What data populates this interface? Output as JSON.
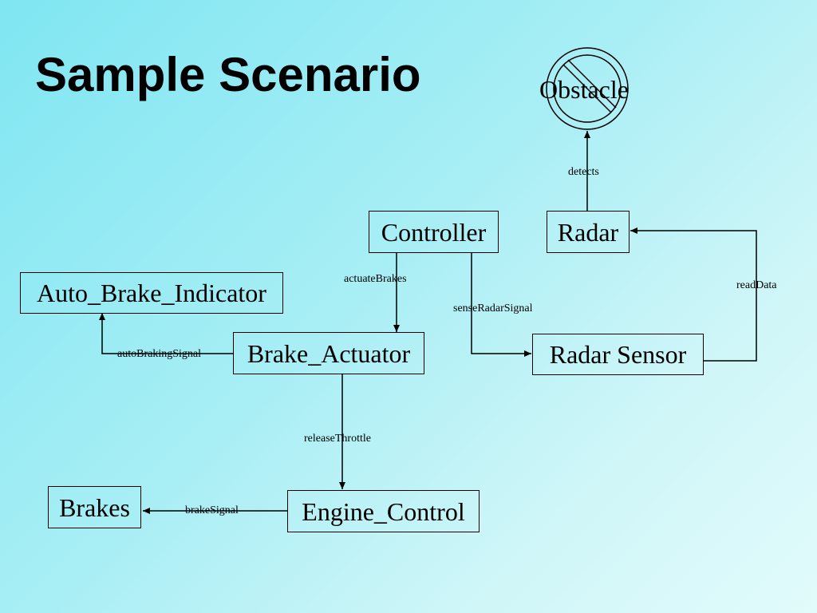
{
  "slide": {
    "title": "Sample Scenario"
  },
  "nodes": {
    "obstacle": "Obstacle",
    "controller": "Controller",
    "radar": "Radar",
    "auto_brake_indicator": "Auto_Brake_Indicator",
    "brake_actuator": "Brake_Actuator",
    "radar_sensor": "Radar Sensor",
    "brakes": "Brakes",
    "engine_control": "Engine_Control"
  },
  "edges": {
    "detects": "detects",
    "actuate_brakes": "actuateBrakes",
    "sense_radar_signal": "senseRadarSignal",
    "read_data": "readData",
    "auto_braking_signal": "autoBrakingSignal",
    "release_throttle": "releaseThrottle",
    "brake_signal": "brakeSignal"
  }
}
